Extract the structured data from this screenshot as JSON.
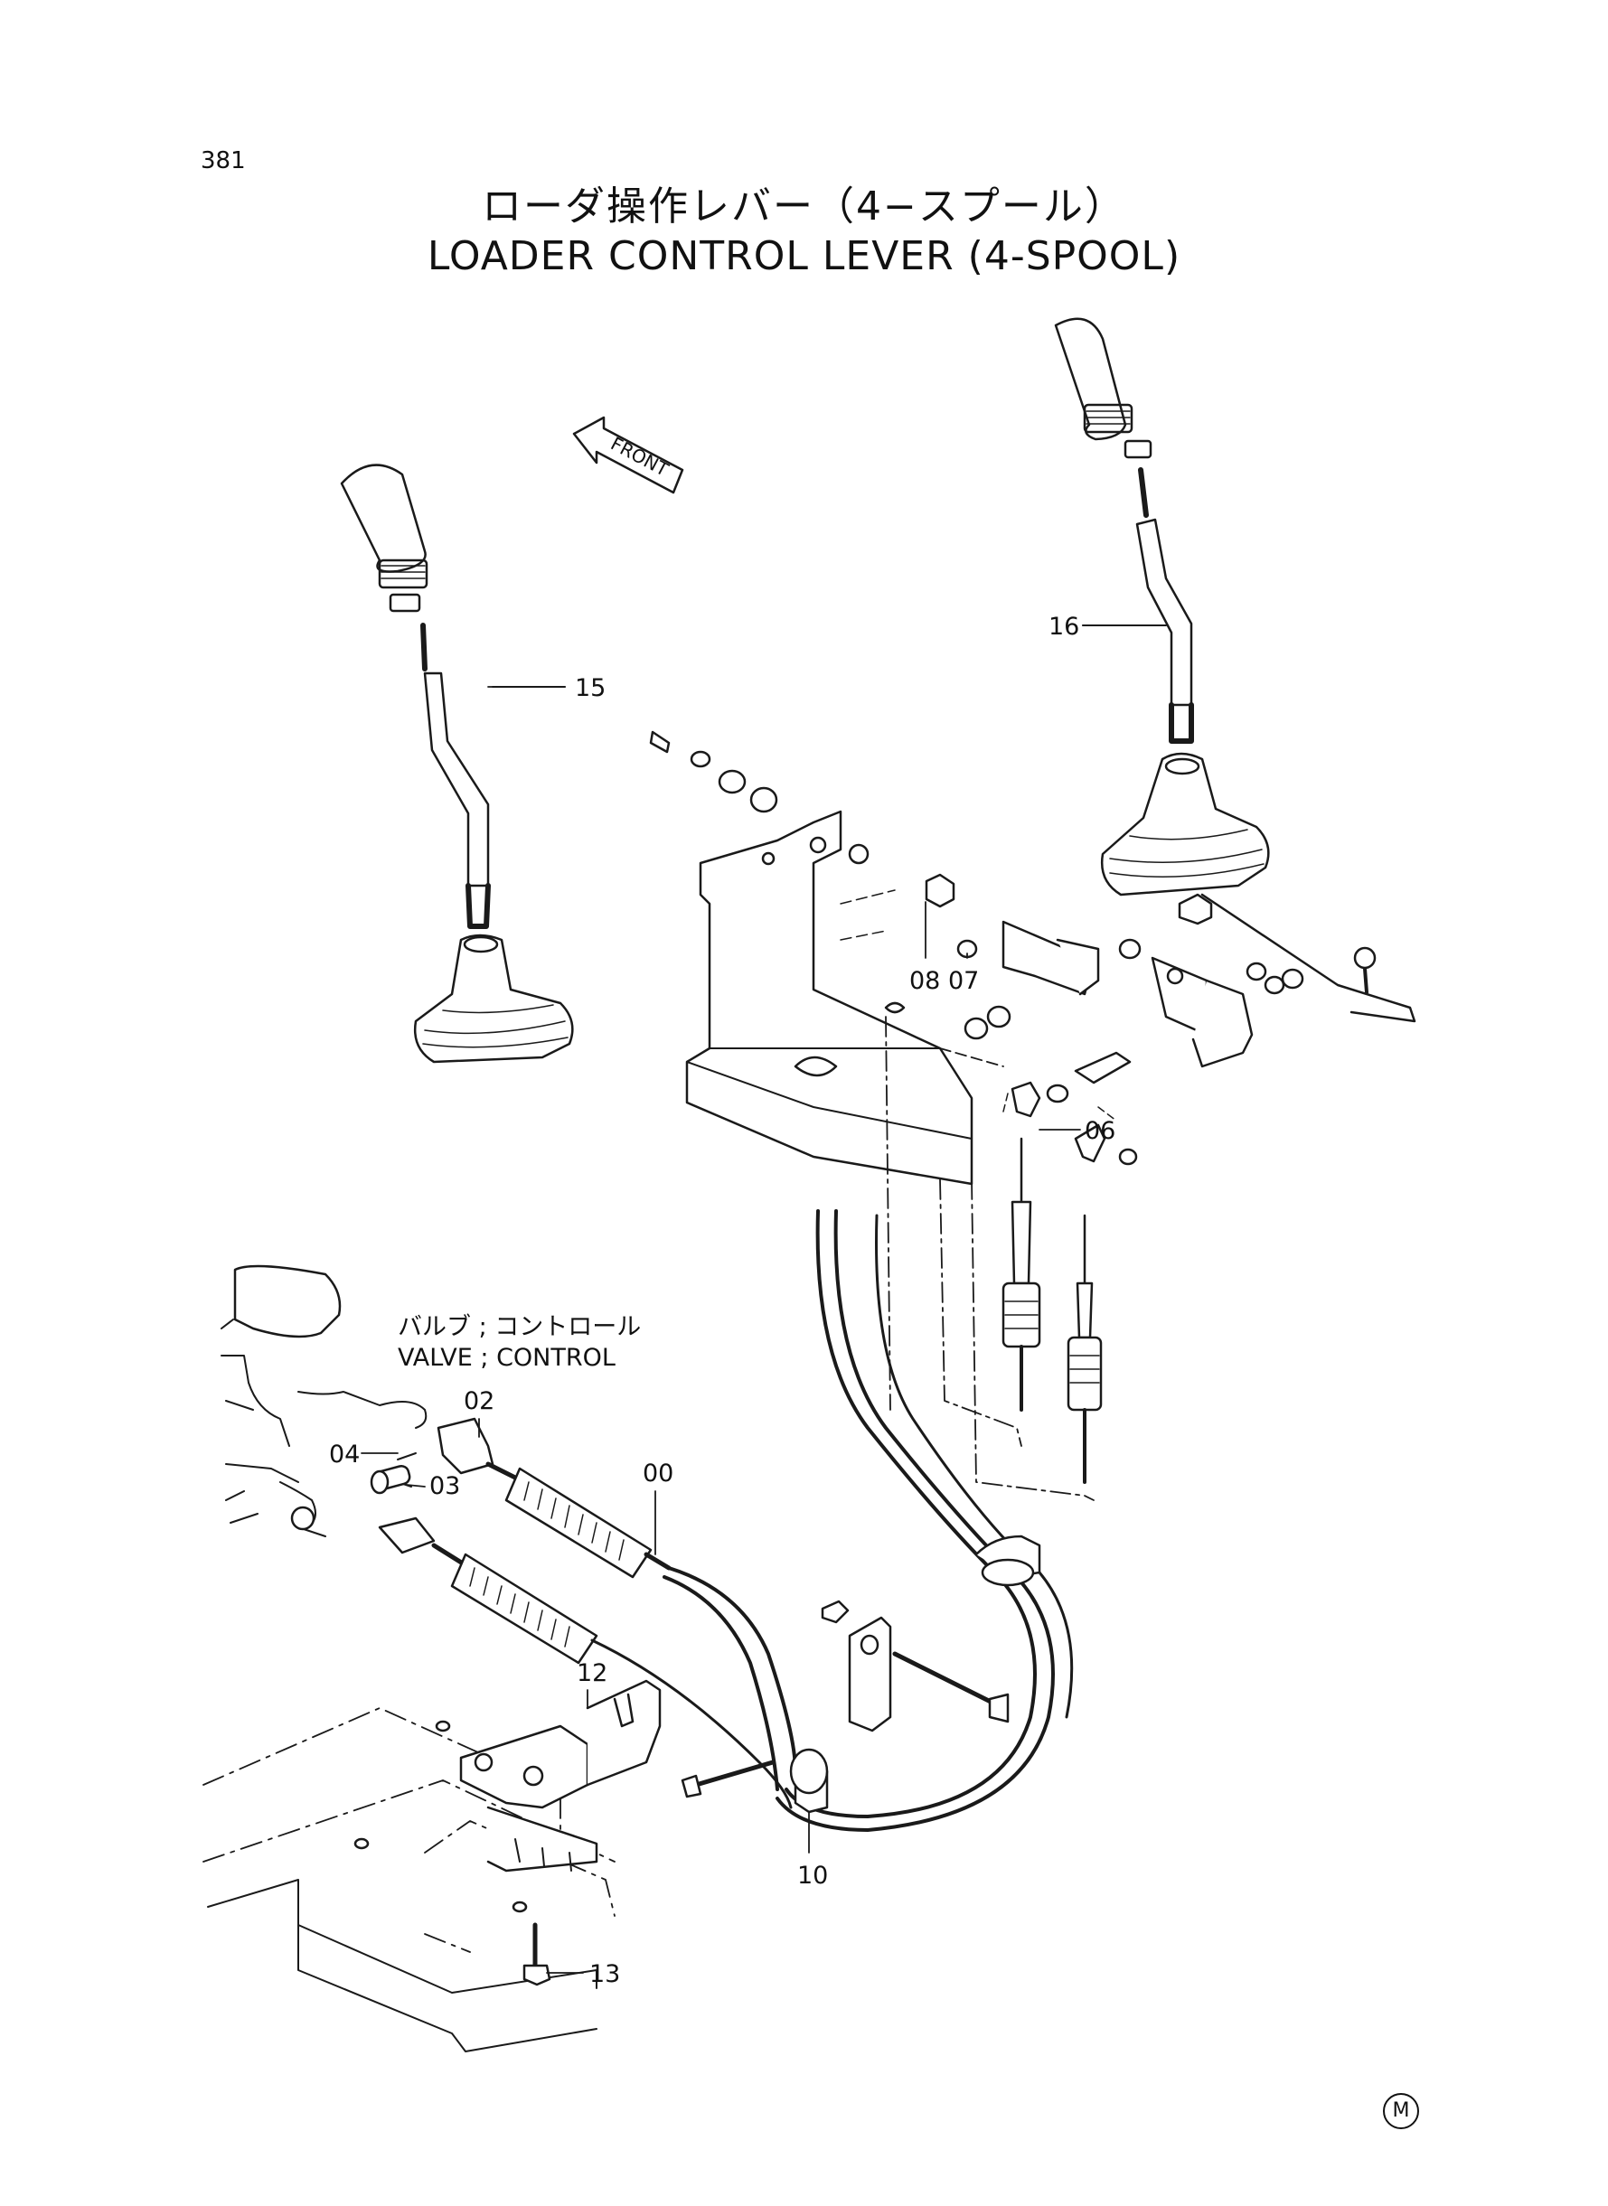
{
  "header": {
    "page_number": "381",
    "title_jp": "ローダ操作レバー（4−スプール）",
    "title_en": "LOADER CONTROL LEVER (4-SPOOL)"
  },
  "front_label": "FRONT",
  "valve_label": {
    "jp": "バルブ ; コントロール",
    "en": "VALVE ; CONTROL"
  },
  "callouts": [
    "15",
    "16",
    "08",
    "07",
    "06",
    "02",
    "04",
    "03",
    "00",
    "12",
    "10",
    "13"
  ],
  "corner_mark": "M"
}
